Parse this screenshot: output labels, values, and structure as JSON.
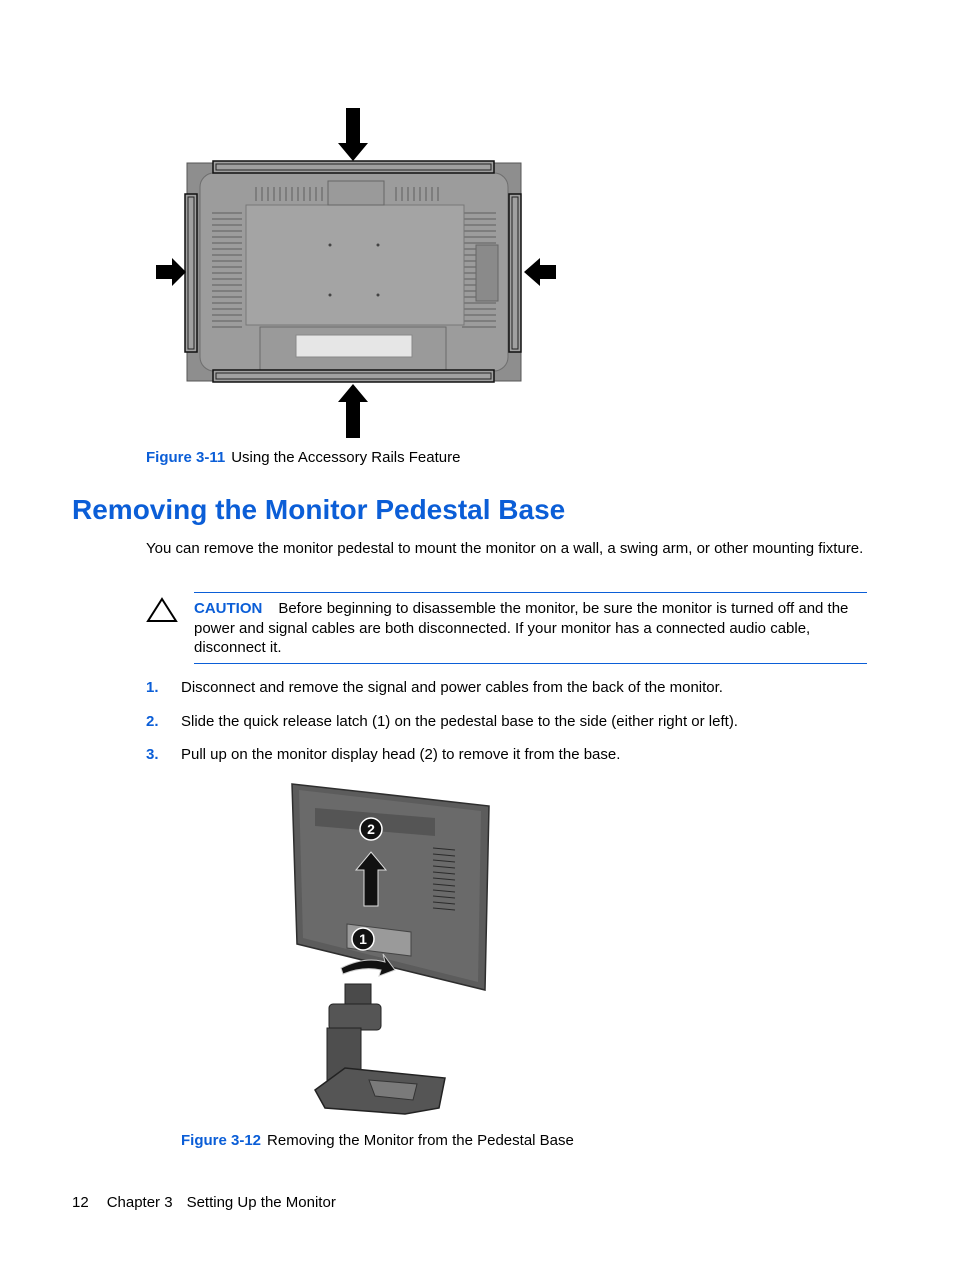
{
  "figure1": {
    "number": "Figure 3-11",
    "caption": "Using the Accessory Rails Feature"
  },
  "section": {
    "title": "Removing the Monitor Pedestal Base",
    "intro": "You can remove the monitor pedestal to mount the monitor on a wall, a swing arm, or other mounting fixture."
  },
  "caution": {
    "label": "CAUTION",
    "text": "Before beginning to disassemble the monitor, be sure the monitor is turned off and the power and signal cables are both disconnected. If your monitor has a connected audio cable, disconnect it."
  },
  "steps": [
    {
      "num": "1.",
      "text": "Disconnect and remove the signal and power cables from the back of the monitor."
    },
    {
      "num": "2.",
      "text": "Slide the quick release latch (1) on the pedestal base to the side (either right or left)."
    },
    {
      "num": "3.",
      "text": "Pull up on the monitor display head (2) to remove it from the base."
    }
  ],
  "figure2": {
    "number": "Figure 3-12",
    "caption": "Removing the Monitor from the Pedestal Base",
    "callout_1": "1",
    "callout_2": "2"
  },
  "footer": {
    "page": "12",
    "chapter": "Chapter 3",
    "chapter_title": "Setting Up the Monitor"
  }
}
